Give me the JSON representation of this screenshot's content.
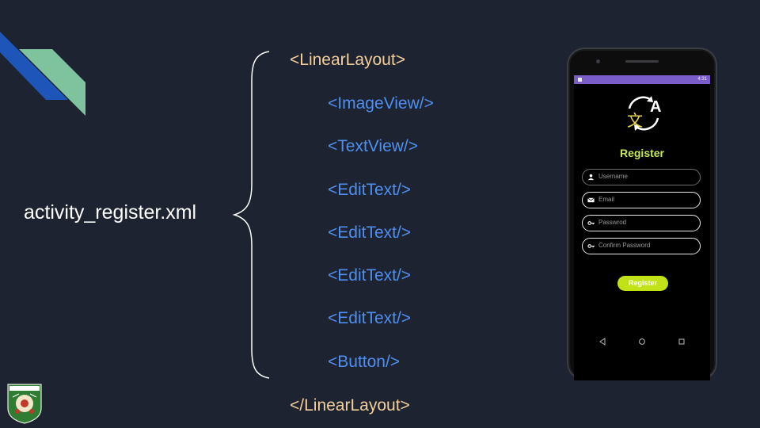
{
  "slide": {
    "filename": "activity_register.xml",
    "open_tag": "<LinearLayout>",
    "close_tag": "</LinearLayout>",
    "children": [
      "<ImageView/>",
      "<TextView/>",
      "<EditText/>",
      "<EditText/>",
      "<EditText/>",
      "<EditText/>",
      "<Button/>"
    ]
  },
  "phone": {
    "status_time": "4:31",
    "title": "Register",
    "fields": [
      {
        "placeholder": "Username",
        "icon": "person-icon"
      },
      {
        "placeholder": "Email",
        "icon": "mail-icon"
      },
      {
        "placeholder": "Passwrod",
        "icon": "key-icon"
      },
      {
        "placeholder": "Confirm Password",
        "icon": "key-icon"
      }
    ],
    "button_label": "Register",
    "nav": [
      "back-icon",
      "home-icon",
      "recents-icon"
    ]
  },
  "colors": {
    "background": "#1d2330",
    "tag_open_close": "#f3cf9c",
    "child_tag": "#4f8ff0",
    "accent_green": "#c2e218",
    "status_purple": "#7b5dc9"
  }
}
